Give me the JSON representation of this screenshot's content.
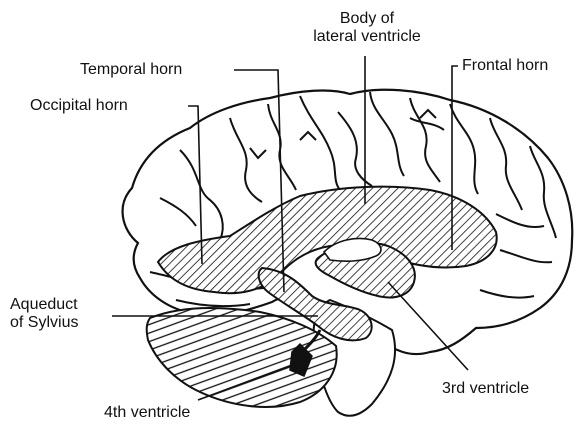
{
  "labels": {
    "body_line1": "Body of",
    "body_line2": "lateral ventricle",
    "temporal_horn": "Temporal horn",
    "frontal_horn": "Frontal horn",
    "occipital_horn": "Occipital horn",
    "aqueduct_line1": "Aqueduct",
    "aqueduct_line2": "of Sylvius",
    "third_ventricle": "3rd ventricle",
    "fourth_ventricle": "4th ventricle"
  },
  "colors": {
    "ink": "#111111",
    "background": "#ffffff"
  }
}
